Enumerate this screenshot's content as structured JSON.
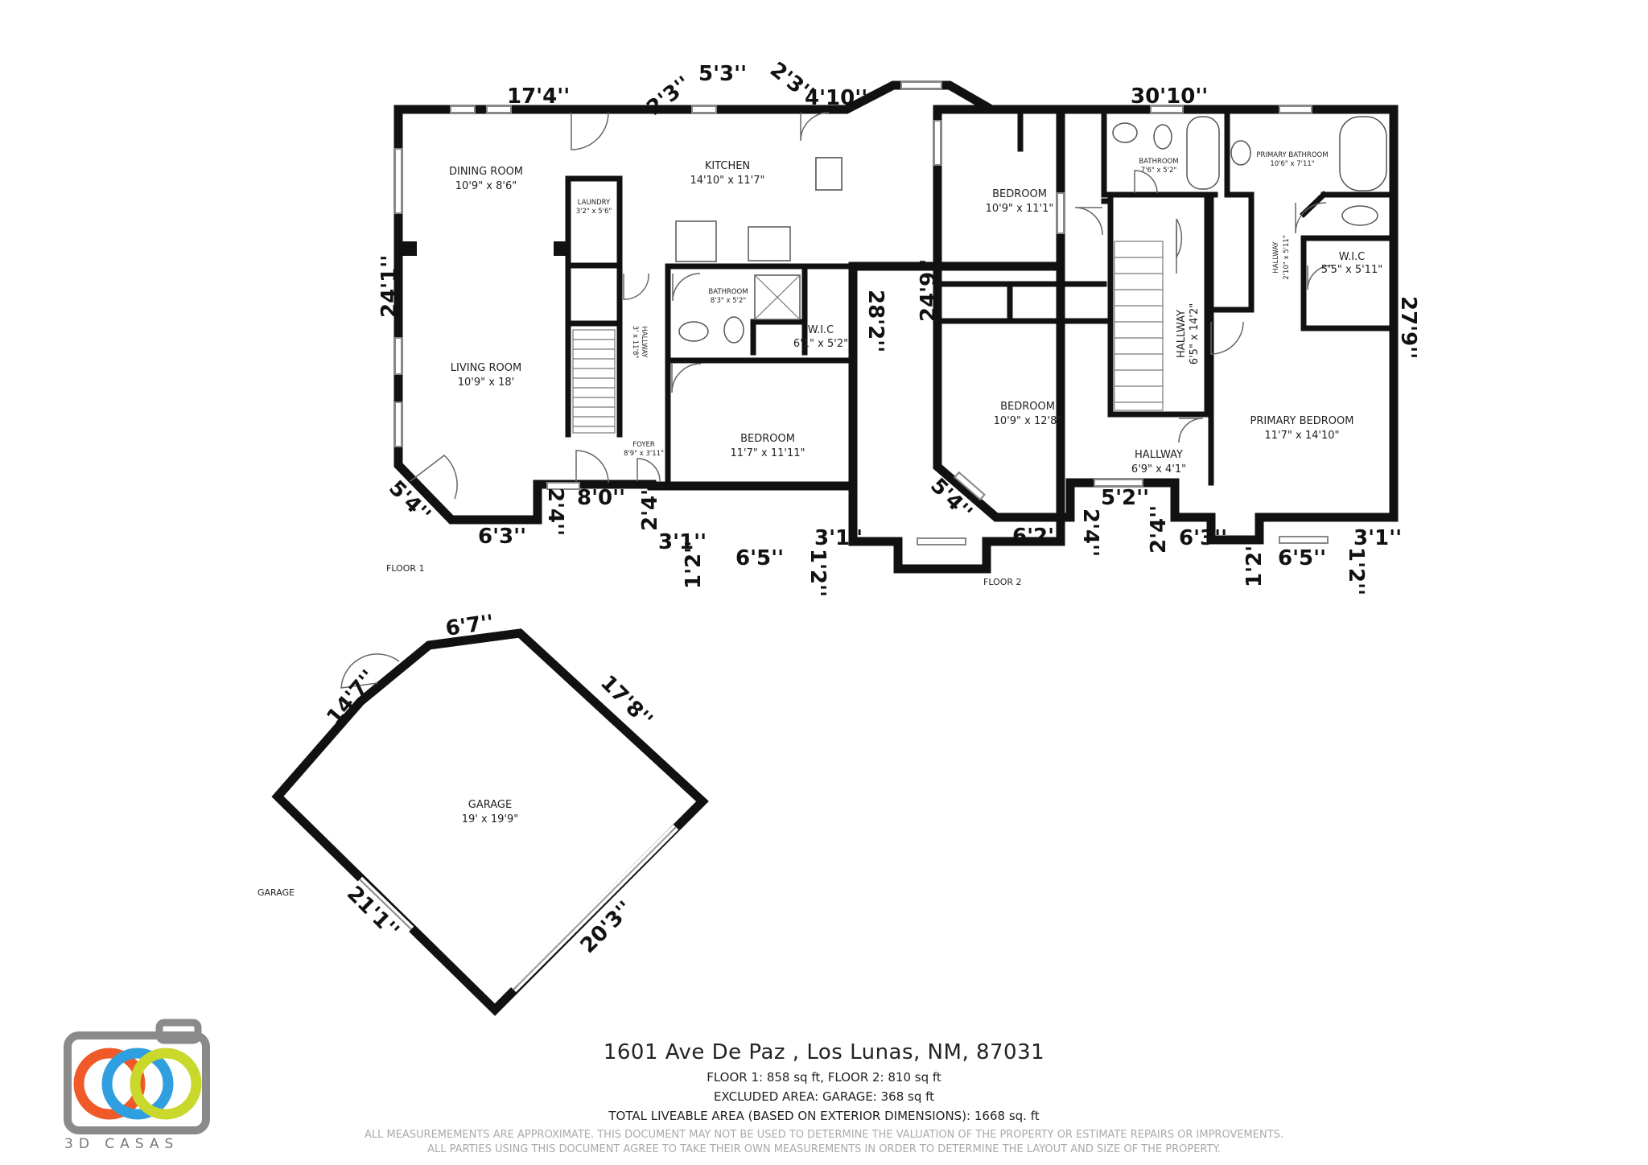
{
  "floor1": {
    "label": "FLOOR 1",
    "rooms": {
      "dining": {
        "name": "DINING ROOM",
        "size": "10'9\" x 8'6\""
      },
      "kitchen": {
        "name": "KITCHEN",
        "size": "14'10\" x 11'7\""
      },
      "laundry": {
        "name": "LAUNDRY",
        "size": "3'2\" x 5'6\""
      },
      "living": {
        "name": "LIVING ROOM",
        "size": "10'9\" x 18'"
      },
      "hallway": {
        "name": "HALLWAY",
        "size": "3' x 11'8\""
      },
      "bathroom": {
        "name": "BATHROOM",
        "size": "8'3\" x 5'2\""
      },
      "wic": {
        "name": "W.I.C",
        "size": "6'1\" x 5'2\""
      },
      "bedroom": {
        "name": "BEDROOM",
        "size": "11'7\" x 11'11\""
      },
      "foyer": {
        "name": "FOYER",
        "size": "8'9\" x 3'11\""
      }
    },
    "dims": {
      "top_left": "17'4''",
      "diag_a": "2'3''",
      "top_mid": "5'3''",
      "diag_b": "2'3''",
      "top_right": "4'10''",
      "left": "24'1''",
      "right": "28'2''",
      "bot_diag": "5'4''",
      "bot_a": "6'3''",
      "bot_b": "2'4''",
      "bot_c": "8'0''",
      "bot_d": "2'4''",
      "bot_e": "3'1''",
      "bot_f": "1'2''",
      "bot_g": "6'5''",
      "bot_h": "1'2''",
      "bot_i": "3'1''"
    }
  },
  "floor2": {
    "label": "FLOOR 2",
    "rooms": {
      "bedroom1": {
        "name": "BEDROOM",
        "size": "10'9\" x 11'1\""
      },
      "bathroom": {
        "name": "BATHROOM",
        "size": "7'6\" x 5'2\""
      },
      "primary_bath": {
        "name": "PRIMARY BATHROOM",
        "size": "10'6\" x 7'11\""
      },
      "hallway_a": {
        "name": "HALLWAY",
        "size": "2'10\" x 5'11\""
      },
      "wic": {
        "name": "W.I.C",
        "size": "5'5\" x 5'11\""
      },
      "hallway_b": {
        "name": "HALLWAY",
        "size": "6'5\" x 14'2\""
      },
      "bedroom2": {
        "name": "BEDROOM",
        "size": "10'9\" x 12'8\""
      },
      "primary_bed": {
        "name": "PRIMARY BEDROOM",
        "size": "11'7\" x 14'10\""
      },
      "hallway_c": {
        "name": "HALLWAY",
        "size": "6'9\" x 4'1\""
      }
    },
    "dims": {
      "top": "30'10''",
      "left": "24'9''",
      "right": "27'9''",
      "bot_diag": "5'4''",
      "bot_a": "6'2''",
      "bot_b": "2'4''",
      "bot_c": "5'2''",
      "bot_d": "2'4''",
      "bot_e": "6'3''",
      "bot_f": "1'2''",
      "bot_g": "6'5''",
      "bot_h": "1'2''",
      "bot_i": "3'1''"
    }
  },
  "garage": {
    "label": "GARAGE",
    "room": {
      "name": "GARAGE",
      "size": "19' x 19'9\""
    },
    "dims": {
      "a": "6'7''",
      "b": "14'7''",
      "c": "17'8''",
      "d": "21'1''",
      "e": "20'3''"
    }
  },
  "footer": {
    "address": "1601 Ave De Paz , Los Lunas, NM, 87031",
    "floors": "FLOOR 1: 858 sq ft, FLOOR 2: 810 sq ft",
    "excluded": "EXCLUDED AREA: GARAGE: 368 sq ft",
    "total": "TOTAL LIVEABLE AREA (BASED ON EXTERIOR DIMENSIONS): 1668 sq. ft",
    "disclaimer1": "ALL MEASUREMEMENTS ARE APPROXIMATE. THIS DOCUMENT MAY NOT BE USED TO DETERMINE THE VALUATION OF THE PROPERTY OR ESTIMATE REPAIRS OR IMPROVEMENTS.",
    "disclaimer2": "ALL PARTIES USING THIS DOCUMENT AGREE TO TAKE THEIR OWN MEASUREMENTS IN ORDER TO DETERMINE THE LAYOUT AND SIZE OF THE PROPERTY."
  },
  "brand": {
    "name": "3D CASAS",
    "colors": {
      "orange": "#f05a28",
      "blue": "#2f9fe0",
      "green": "#c9d82b",
      "frame": "#8a8a8a"
    }
  }
}
